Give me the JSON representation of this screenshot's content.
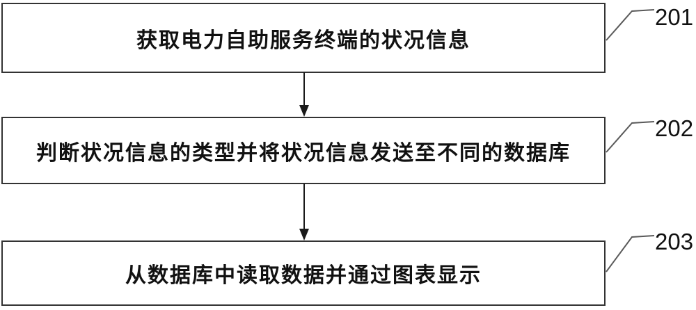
{
  "figure": {
    "type": "flowchart",
    "colors": {
      "background": "#ffffff",
      "box_border": "#333333",
      "leader_line": "#5a5a5a",
      "arrow": "#1a1a1a",
      "text": "#111111"
    },
    "steps": [
      {
        "id": "201",
        "label": "获取电力自助服务终端的状况信息"
      },
      {
        "id": "202",
        "label": "判断状况信息的类型并将状况信息发送至不同的数据库"
      },
      {
        "id": "203",
        "label": "从数据库中读取数据并通过图表显示"
      }
    ],
    "connectors": [
      {
        "from": "201",
        "to": "202",
        "type": "arrow-down"
      },
      {
        "from": "202",
        "to": "203",
        "type": "arrow-down"
      }
    ]
  }
}
